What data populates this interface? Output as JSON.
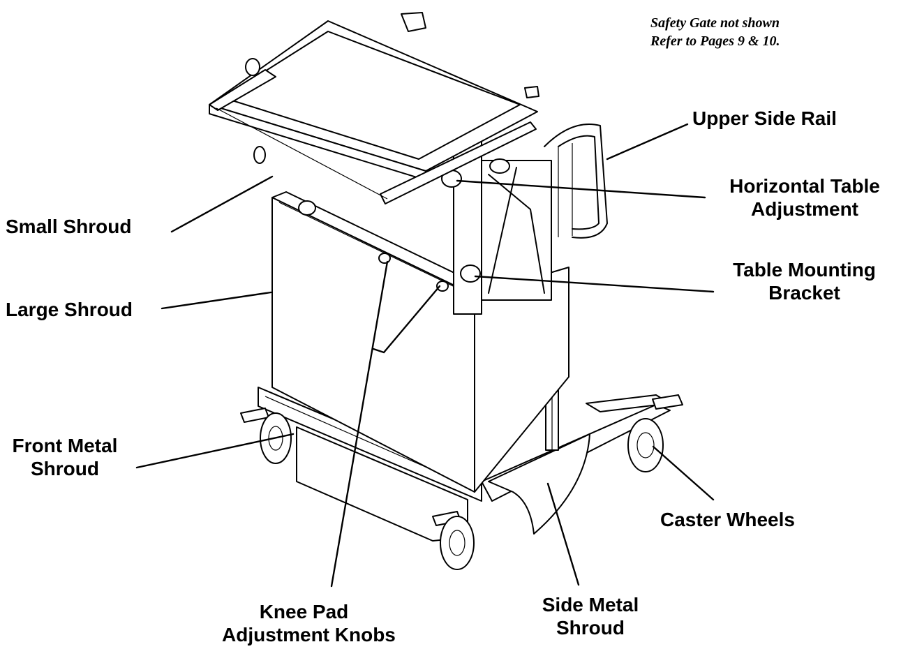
{
  "note": {
    "line1": "Safety Gate not shown",
    "line2": "Refer to Pages 9 & 10."
  },
  "labels": {
    "upper_side_rail": [
      "Upper Side Rail"
    ],
    "horizontal_table_adjustment": [
      "Horizontal Table",
      "Adjustment"
    ],
    "small_shroud": [
      "Small Shroud"
    ],
    "table_mounting_bracket": [
      "Table Mounting",
      "Bracket"
    ],
    "large_shroud": [
      "Large Shroud"
    ],
    "front_metal_shroud": [
      "Front Metal",
      "Shroud"
    ],
    "caster_wheels": [
      "Caster Wheels"
    ],
    "side_metal_shroud": [
      "Side Metal",
      "Shroud"
    ],
    "knee_pad_adjustment_knobs": [
      "Knee Pad",
      "Adjustment Knobs"
    ]
  }
}
